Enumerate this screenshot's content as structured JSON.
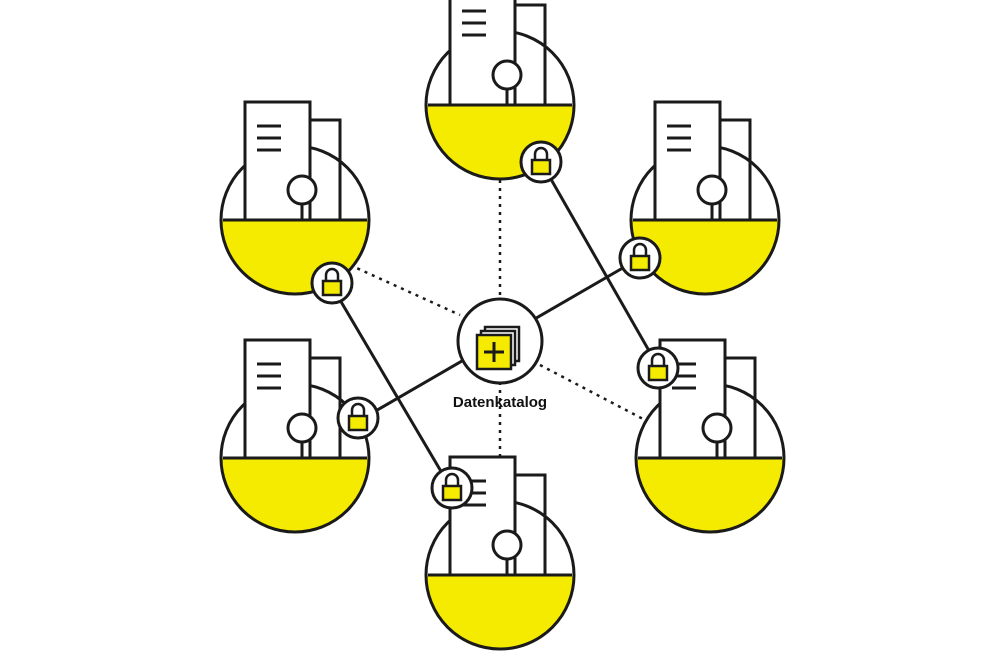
{
  "diagram": {
    "hub_label": "Datenkatalog",
    "colors": {
      "accent": "#f5eb00",
      "stroke": "#1a1a1a",
      "background": "#ffffff"
    },
    "nodes": [
      {
        "id": "node-top"
      },
      {
        "id": "node-top-left"
      },
      {
        "id": "node-top-right"
      },
      {
        "id": "node-bottom-left"
      },
      {
        "id": "node-bottom-right"
      },
      {
        "id": "node-bottom"
      }
    ],
    "connections": [
      {
        "from": "node-top",
        "to": "hub",
        "style": "dotted"
      },
      {
        "from": "node-top-left",
        "to": "hub",
        "style": "dotted"
      },
      {
        "from": "node-bottom-right",
        "to": "hub",
        "style": "dotted"
      },
      {
        "from": "node-bottom",
        "to": "hub",
        "style": "dotted"
      },
      {
        "from": "node-bottom-left",
        "to": "node-top-right",
        "style": "solid",
        "locked": true
      },
      {
        "from": "node-top-left",
        "to": "node-bottom",
        "style": "solid",
        "locked": true
      },
      {
        "from": "node-top",
        "to": "node-bottom-right",
        "style": "solid",
        "locked": true
      }
    ],
    "icons": [
      "building-icon",
      "lock-icon",
      "data-catalog-icon"
    ]
  }
}
